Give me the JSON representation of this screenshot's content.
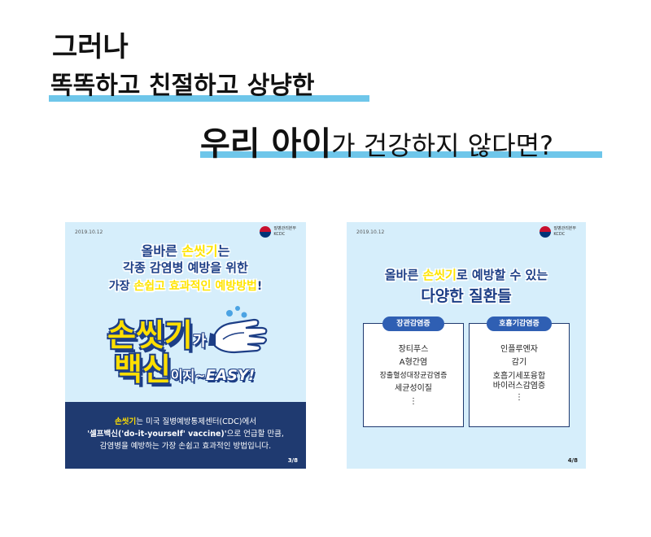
{
  "heading": {
    "line1": "그러나",
    "line2": "똑똑하고 친절하고 상냥한",
    "line3_bold": "우리 아이",
    "line3_rest": "가 건강하지 않다면?"
  },
  "colors": {
    "underline": "#6ec6ea",
    "card_bg": "#d6eefb",
    "navy": "#1d3e86",
    "yellow": "#ffde00"
  },
  "card_left": {
    "date": "2019.10.12",
    "org_line1": "질병관리본부",
    "org_line2": "KCDC",
    "title_l1_a": "올바른 ",
    "title_l1_b": "손씻기",
    "title_l1_c": "는",
    "title_l2": "각종 감염병 예방을 위한",
    "title_l3_a": "가장 ",
    "title_l3_b": "손쉽고 효과적인 예방방법",
    "title_l3_c": "!",
    "big_1": "손씻기",
    "big_1_small": "가",
    "big_2": "백신",
    "big_2_small": "이지~",
    "easy": "EASY!",
    "desc_l1_a": "손씻기",
    "desc_l1_b": "는 미국 질병예방통제센터(CDC)에서",
    "desc_l2_a": "'셀프백신('do-it-yourself' vaccine)'",
    "desc_l2_b": "으로 언급할 만큼,",
    "desc_l3": "감염병을 예방하는 가장 손쉽고 효과적인 방법입니다.",
    "page": "3/8",
    "icon": "hands-washing-icon"
  },
  "card_right": {
    "date": "2019.10.12",
    "org_line1": "질병관리본부",
    "org_line2": "KCDC",
    "title_l1_a": "올바른 ",
    "title_l1_b": "손씻기",
    "title_l1_c": "로 예방할 수 있는",
    "title_l2": "다양한 질환들",
    "left_box": {
      "label": "장관감염증",
      "items": [
        "장티푸스",
        "A형간염",
        "장출혈성대장균감염증",
        "세균성이질",
        "⋮"
      ]
    },
    "right_box": {
      "label": "호흡기감염증",
      "items": [
        "인플루엔자",
        "감기",
        "호흡기세포융합",
        "바이러스감염증",
        "⋮"
      ]
    },
    "page": "4/8"
  }
}
